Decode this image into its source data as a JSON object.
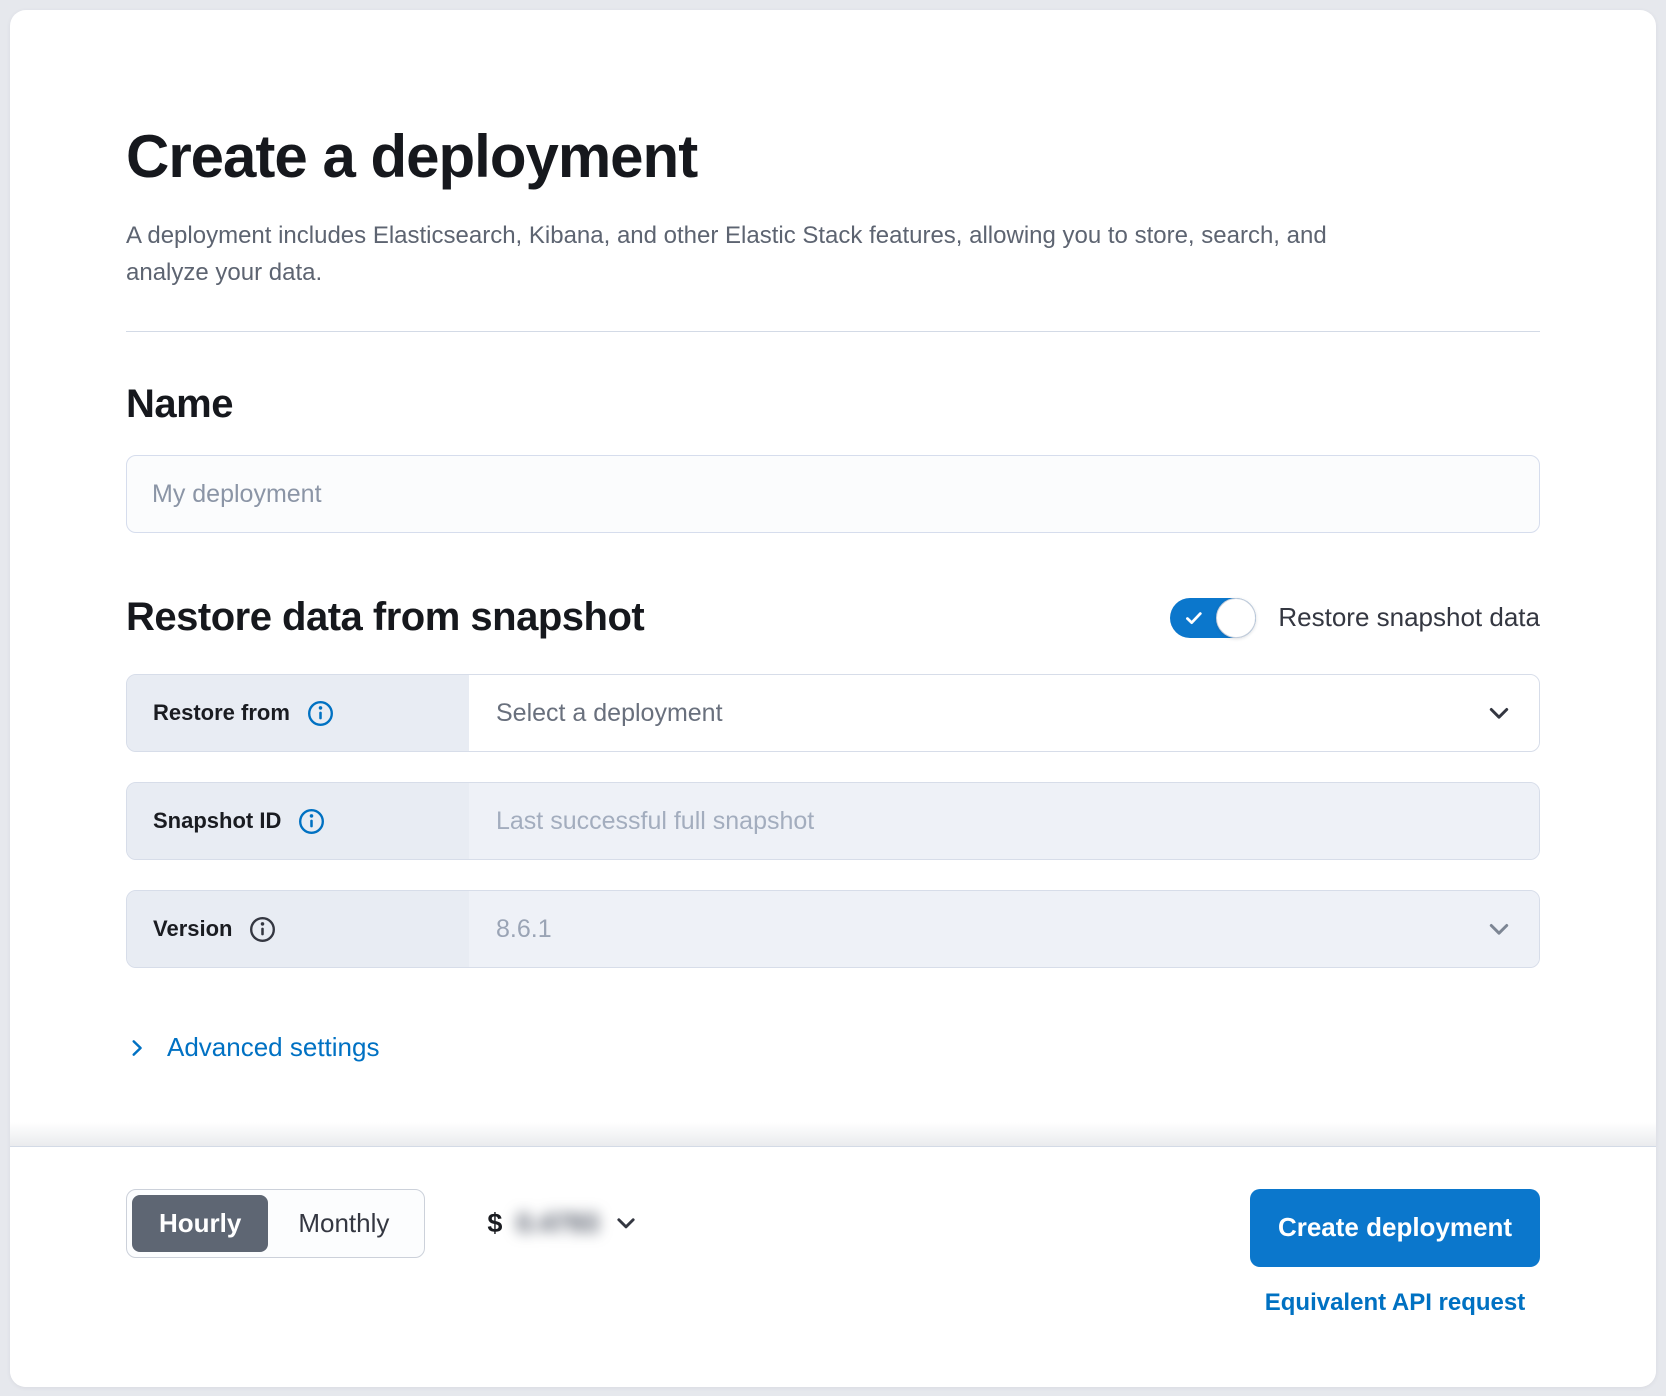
{
  "header": {
    "title": "Create a deployment",
    "subtitle": "A deployment includes Elasticsearch, Kibana, and other Elastic Stack features, allowing you to store, search, and analyze your data."
  },
  "name_section": {
    "heading": "Name",
    "placeholder": "My deployment"
  },
  "snapshot_section": {
    "heading": "Restore data from snapshot",
    "toggle_label": "Restore snapshot data",
    "toggle_state": "on",
    "rows": [
      {
        "label": "Restore from",
        "value": "Select a deployment"
      },
      {
        "label": "Snapshot ID",
        "placeholder": "Last successful full snapshot"
      },
      {
        "label": "Version",
        "value": "8.6.1"
      }
    ]
  },
  "advanced_settings": {
    "label": "Advanced settings"
  },
  "footer": {
    "billing_toggle": {
      "options": [
        "Hourly",
        "Monthly"
      ],
      "selected": "Hourly"
    },
    "price": {
      "currency": "$",
      "value": "0.4793",
      "blurred": true
    },
    "create_button_label": "Create deployment",
    "api_link_label": "Equivalent API request"
  },
  "colors": {
    "primary_fill": "#0b77cc",
    "link_blue": "#0071c2",
    "selected_segment": "#5e6673",
    "label_cell_bg": "#e8ecf3",
    "disabled_bg": "#eef1f7",
    "page_bg": "#e6e8ed"
  }
}
